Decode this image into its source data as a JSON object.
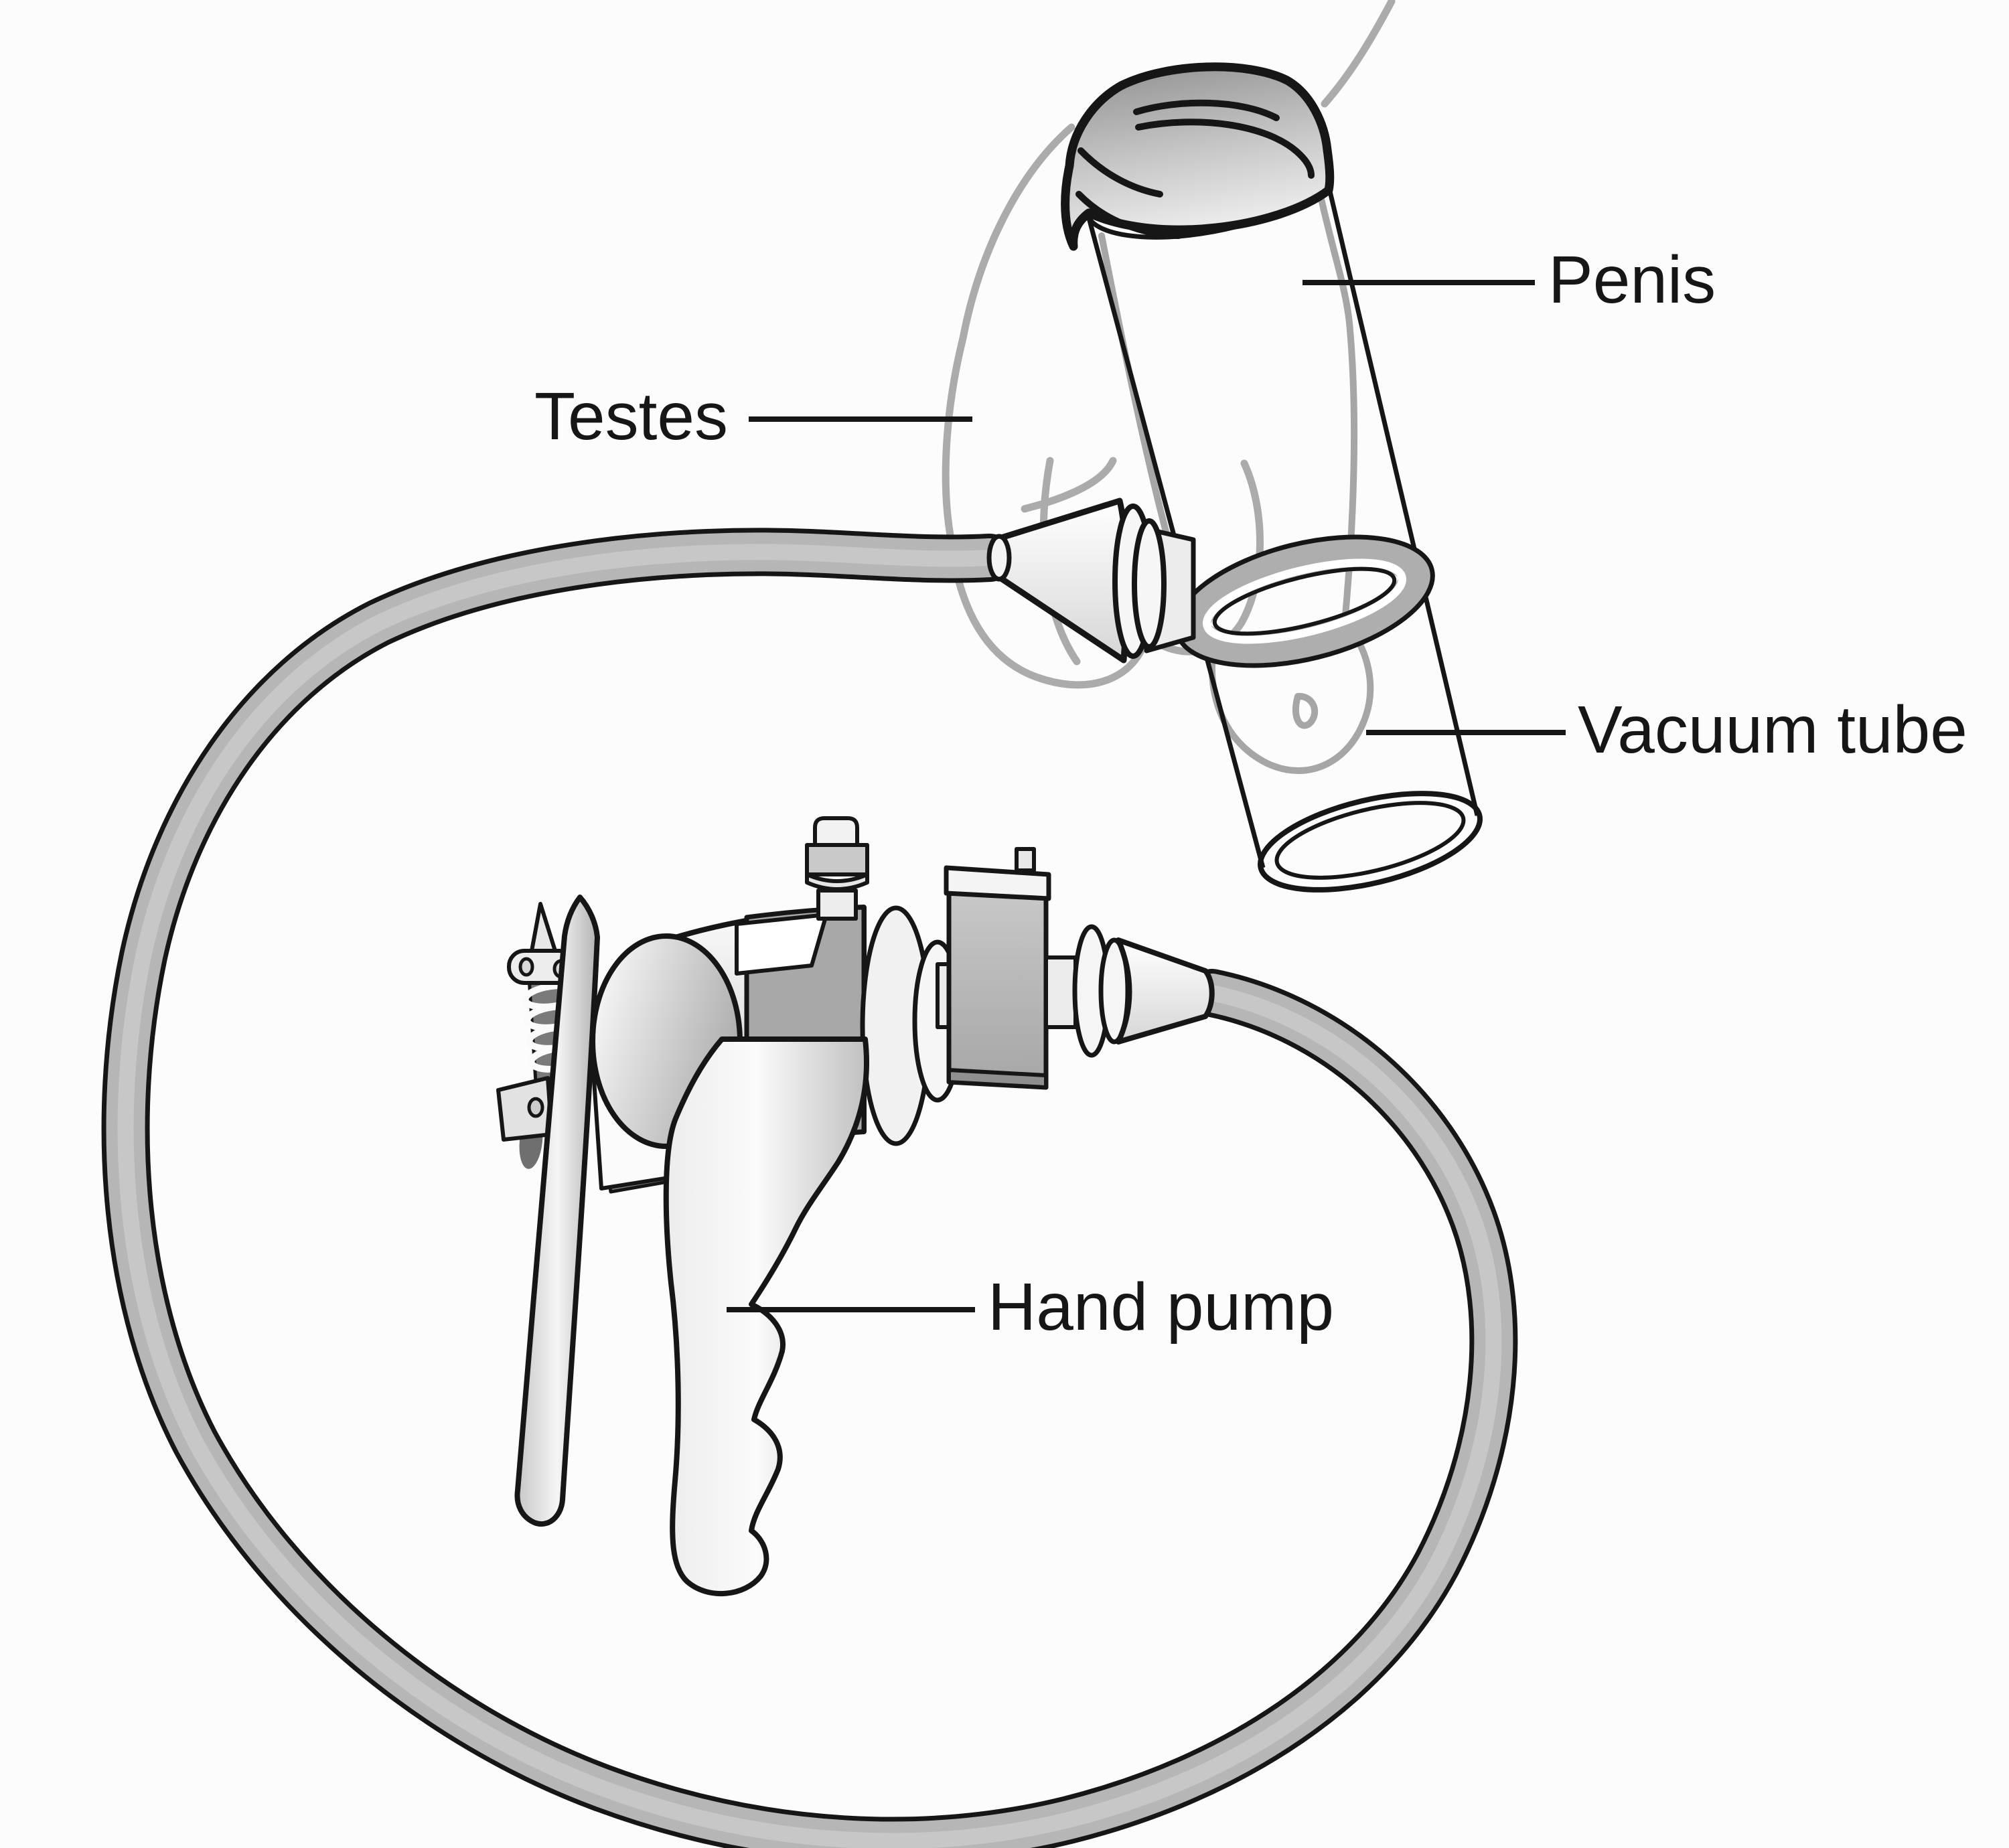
{
  "figure": {
    "labels": {
      "penis": "Penis",
      "testes": "Testes",
      "vacuum_tube": "Vacuum tube",
      "hand_pump": "Hand pump"
    },
    "colors": {
      "outline_black": "#161616",
      "body_contour_gray": "#ababab",
      "hose_gray": "#b6b6b6",
      "hose_highlight": "#c9c9c9",
      "metal_dark_gray": "#a8a8a8",
      "cloth_gray": "#9a9a9a",
      "band_gray": "#aeaeae",
      "background": "#fcfcfc"
    }
  }
}
